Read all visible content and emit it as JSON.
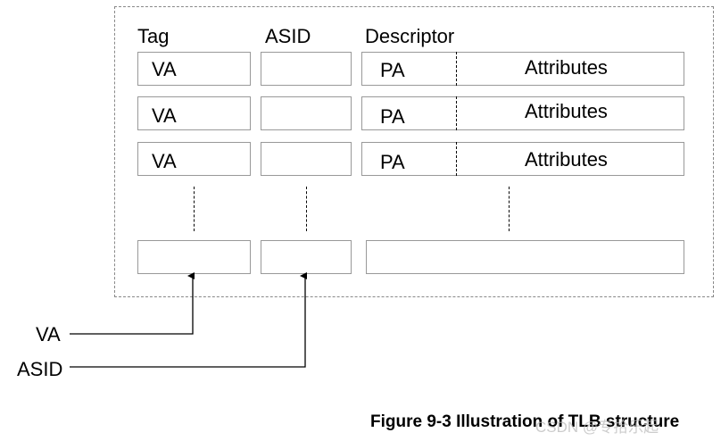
{
  "headers": {
    "tag": "Tag",
    "asid": "ASID",
    "descriptor": "Descriptor"
  },
  "rows": [
    {
      "va": "VA",
      "pa": "PA",
      "attributes": "Attributes"
    },
    {
      "va": "VA",
      "pa": "PA",
      "attributes": "Attributes"
    },
    {
      "va": "VA",
      "pa": "PA",
      "attributes": "Attributes"
    }
  ],
  "inputs": {
    "va": "VA",
    "asid": "ASID"
  },
  "caption": "Figure 9-3 Illustration of TLB structure",
  "watermark": "CSDN @专拾乐起"
}
